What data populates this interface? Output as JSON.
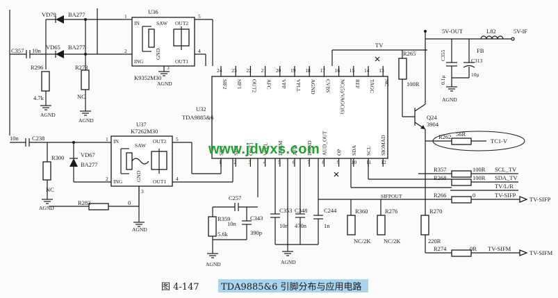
{
  "components": {
    "u36": {
      "ref": "U36",
      "part": "K9352M30",
      "saw": "SAW",
      "pins": {
        "in": "IN",
        "ing": "ING",
        "gnd": "GND",
        "out1": "OUT1",
        "out2": "OUT2"
      },
      "nums": [
        "1",
        "2",
        "3",
        "4",
        "5"
      ]
    },
    "u37": {
      "ref": "U37",
      "part": "K7262M30",
      "saw": "SAW",
      "pins": {
        "in": "IN",
        "ing": "ING",
        "gnd": "GND",
        "out1": "OUT1",
        "out2": "OUT2"
      },
      "nums": [
        "1",
        "2",
        "3",
        "4",
        "5"
      ]
    },
    "u32": {
      "ref": "U32",
      "part": "TDA9885&6",
      "top_pins": [
        {
          "num": "24",
          "name": "SIF2"
        },
        {
          "num": "23",
          "name": "SIF1"
        },
        {
          "num": "22",
          "name": "OUT2"
        },
        {
          "num": "21",
          "name": "AFC"
        },
        {
          "num": "20",
          "name": "VPP"
        },
        {
          "num": "19",
          "name": "VPLL"
        },
        {
          "num": "18",
          "name": "AGND"
        },
        {
          "num": "17",
          "name": "CVBS"
        },
        {
          "num": "16",
          "name": "NC(5)/VAGC(6)"
        },
        {
          "num": "15",
          "name": "REF"
        },
        {
          "num": "14",
          "name": "TAGC"
        },
        {
          "num": "13",
          "name": "NC"
        }
      ],
      "bottom_pins": [
        {
          "num": "1",
          "name": "SIF1"
        },
        {
          "num": "2",
          "name": "SIF2"
        },
        {
          "num": "3",
          "name": "OUT1"
        },
        {
          "num": "4",
          "name": "VPLL"
        },
        {
          "num": "5",
          "name": "DEEM"
        },
        {
          "num": "6",
          "name": "AFD"
        },
        {
          "num": "7",
          "name": "DGND"
        },
        {
          "num": "8",
          "name": "AUD_OUT"
        },
        {
          "num": "9",
          "name": "OP"
        },
        {
          "num": "10",
          "name": "SDA"
        },
        {
          "num": "11",
          "name": "SCL"
        },
        {
          "num": "12",
          "name": "SIOMAD"
        }
      ]
    },
    "vd79": {
      "ref": "VD79",
      "part": "BA277"
    },
    "vd65": {
      "ref": "VD65",
      "part": "BA277"
    },
    "vd67": {
      "ref": "VD67",
      "part": "BA277"
    },
    "c357": {
      "ref": "C357",
      "value": "10n"
    },
    "c238": {
      "ref": "C238",
      "value": "10n"
    },
    "r296": {
      "ref": "R296",
      "value": "4.7k"
    },
    "r273": {
      "ref": "R273",
      "value": "NC"
    },
    "r300": {
      "ref": "R300",
      "value": "NC"
    },
    "r283": {
      "ref": "R283",
      "value": "0"
    },
    "c257": {
      "ref": "C257",
      "value": "10n"
    },
    "r359": {
      "ref": "R359",
      "value": "5.6k"
    },
    "c343": {
      "ref": "C343",
      "value": "390p"
    },
    "c353": {
      "ref": "C353",
      "value": "10n"
    },
    "c348": {
      "ref": "C348",
      "value": "470n"
    },
    "c244": {
      "ref": "C244",
      "value": "1n"
    },
    "r360": {
      "ref": "R360",
      "value": "NC/2K"
    },
    "r276": {
      "ref": "R276",
      "value": "NC/2K"
    },
    "r270": {
      "ref": "R270",
      "value": "220R"
    },
    "r265": {
      "ref": "R265",
      "value": "100R"
    },
    "q24": {
      "ref": "Q24",
      "part": "3904"
    },
    "c355": {
      "ref": "C355",
      "value": "0.1μ"
    },
    "c313": {
      "ref": "C313",
      "value": "10μ"
    },
    "l82": {
      "ref": "L82",
      "value": "FB"
    },
    "r262": {
      "ref": "R262",
      "value": "56R",
      "net": "TC1-V"
    },
    "r357": {
      "ref": "R357",
      "value": "100R"
    },
    "r268": {
      "ref": "R268",
      "value": "100R"
    },
    "r266": {
      "ref": "R266",
      "value": "0"
    },
    "r274": {
      "ref": "R274",
      "value": "0R"
    }
  },
  "nets": {
    "agnd": "AGND",
    "tv": "TV",
    "v5out": "5V-OUT",
    "v5if": "5V-IF",
    "scl_tv": "SCL_TV",
    "sda_tv": "SDA_TV",
    "tvlr": "TV/L/R",
    "tv_sifp": "TV-SIFP",
    "sifpout": "SIFPOUT",
    "tv_sifm": "TV-SIFM"
  },
  "watermark": "www.jdwxs.com",
  "caption": {
    "fig": "图 4-147",
    "title": "TDA9885&6 引脚分布与应用电路"
  }
}
